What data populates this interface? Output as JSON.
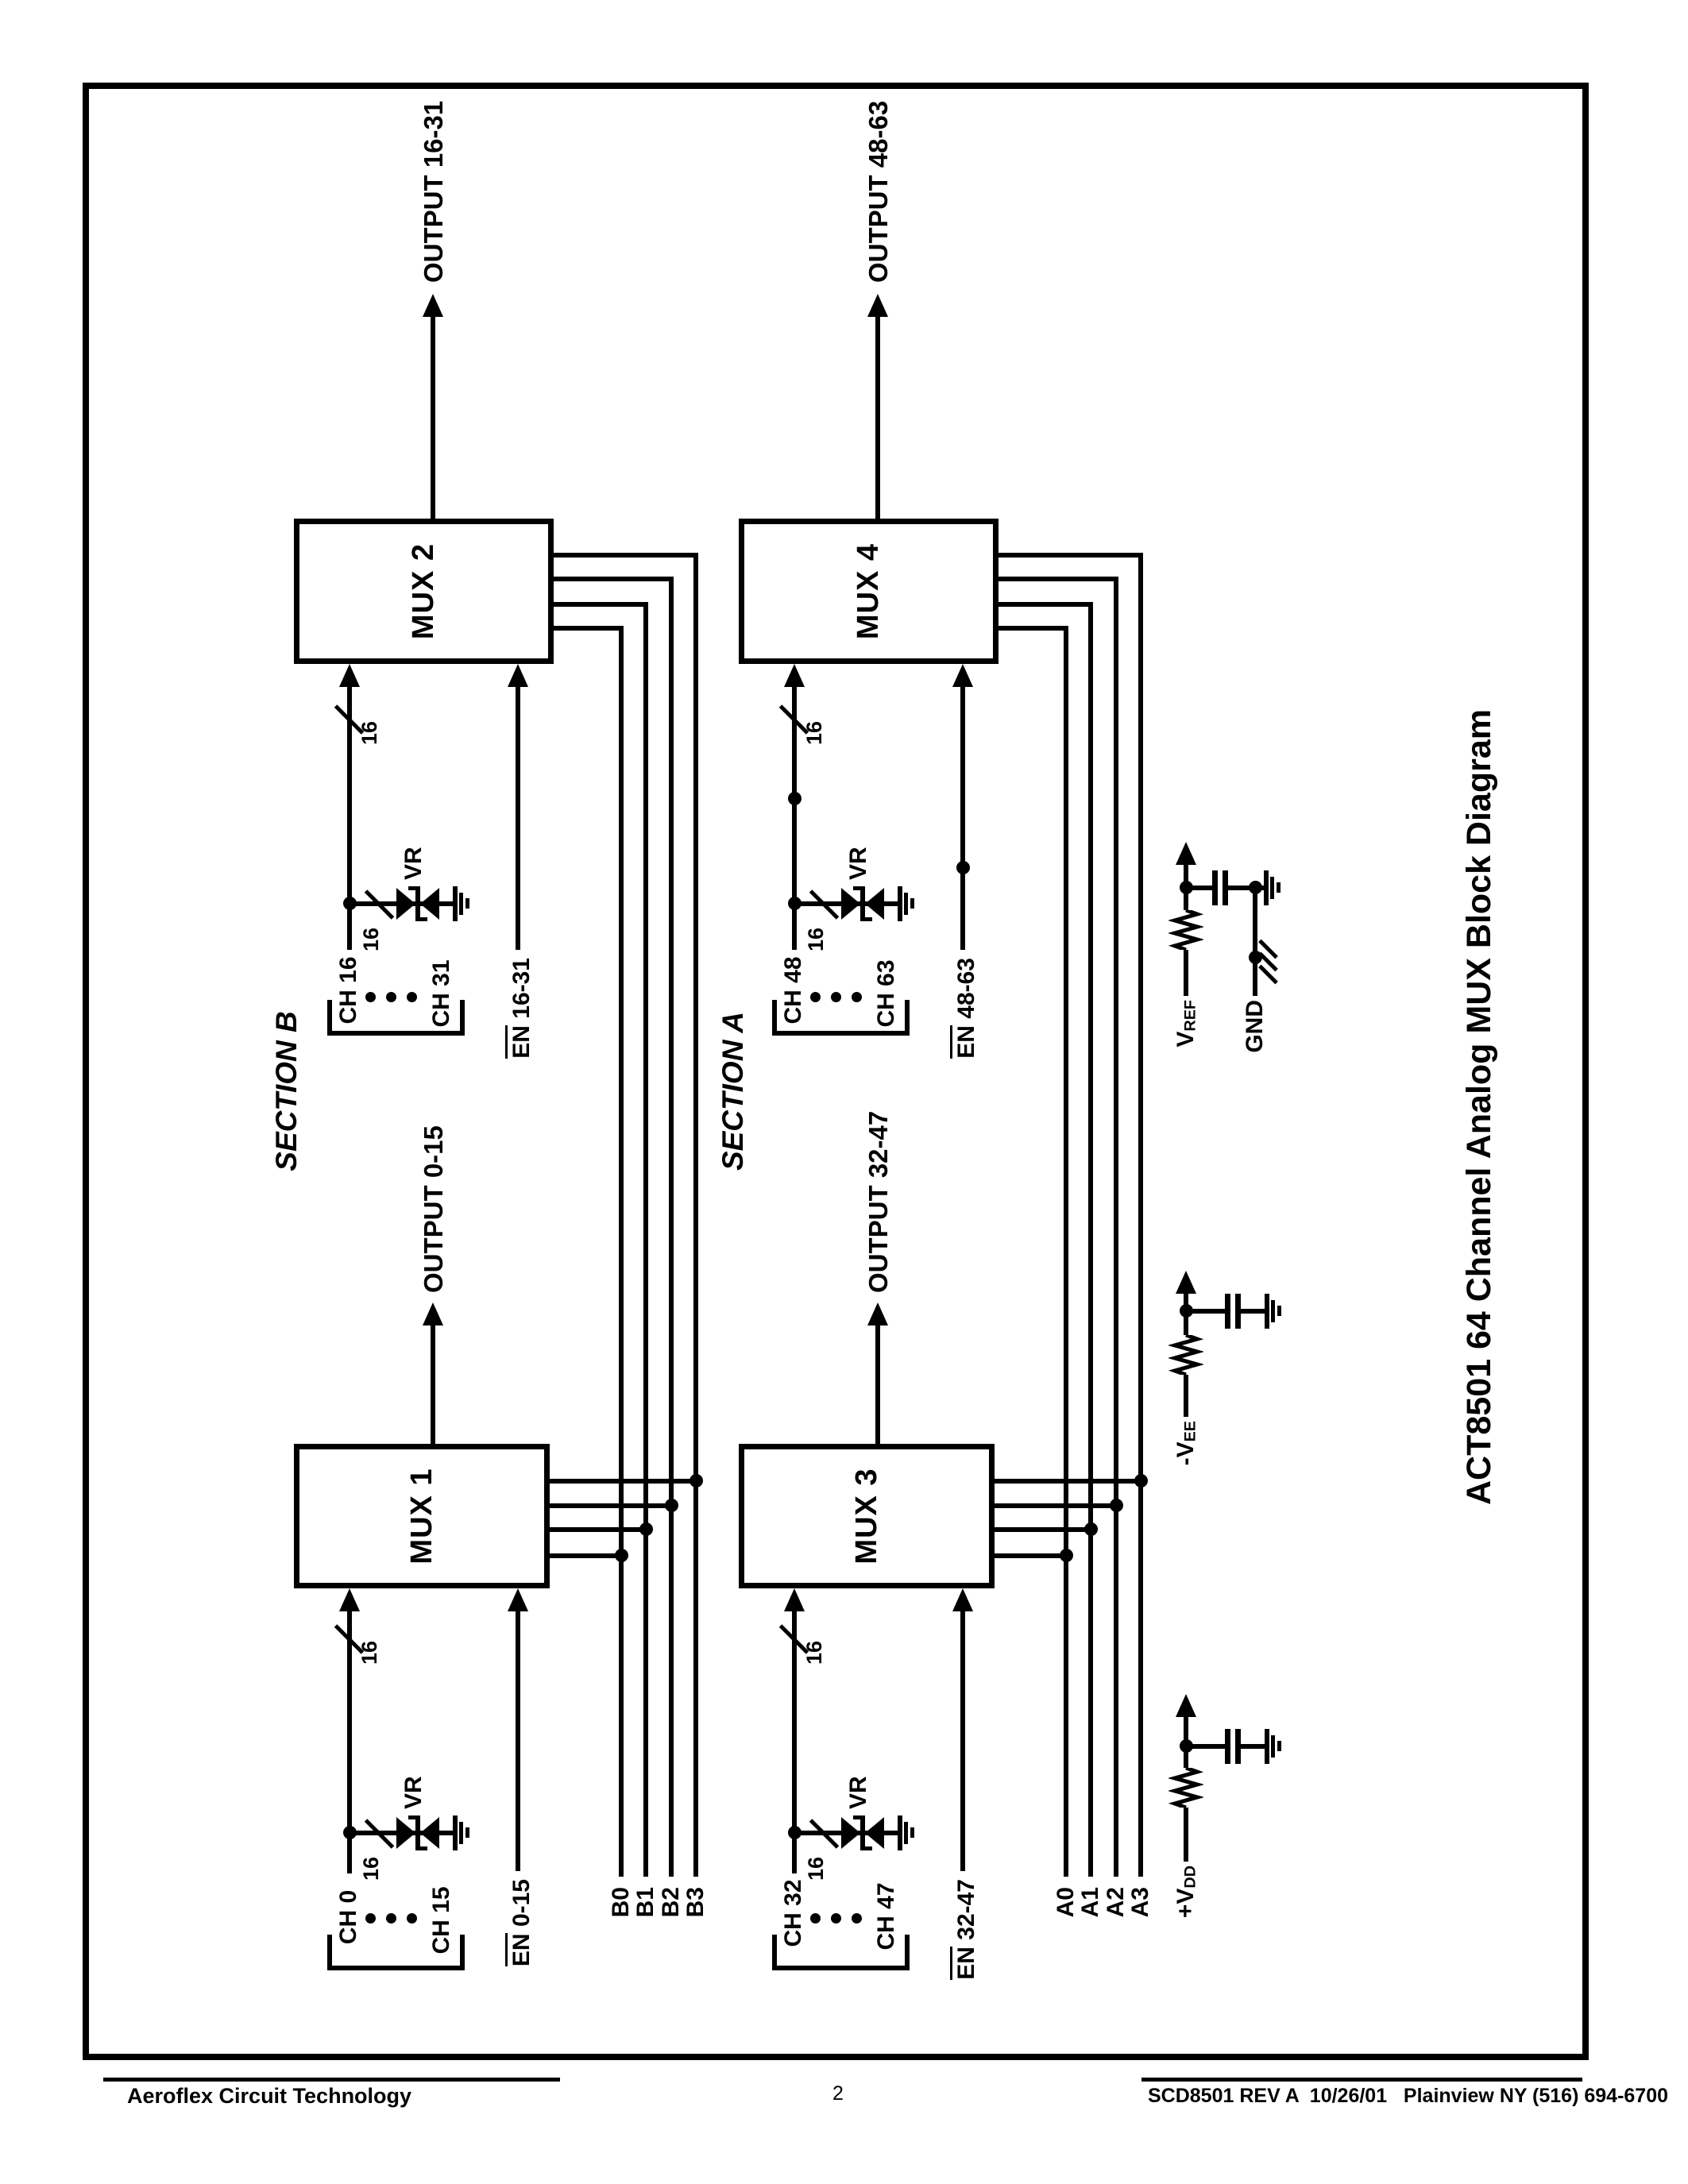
{
  "colors": {
    "ink": "#000000",
    "paper": "#ffffff"
  },
  "title": "ACT8501 64 Channel Analog MUX Block Diagram",
  "sections": {
    "b": "SECTION B",
    "a": "SECTION A"
  },
  "muxes": {
    "m1": "MUX 1",
    "m2": "MUX 2",
    "m3": "MUX 3",
    "m4": "MUX 4"
  },
  "outputs": {
    "o1": "OUTPUT 0-15",
    "o2": "OUTPUT 16-31",
    "o3": "OUTPUT 32-47",
    "o4": "OUTPUT 48-63"
  },
  "groups": {
    "g1": {
      "top": "CH 0",
      "bottom": "CH 15",
      "en_prefix": "EN",
      "en_range": "0-15"
    },
    "g2": {
      "top": "CH 16",
      "bottom": "CH 31",
      "en_prefix": "EN",
      "en_range": "16-31"
    },
    "g3": {
      "top": "CH 32",
      "bottom": "CH 47",
      "en_prefix": "EN",
      "en_range": "32-47"
    },
    "g4": {
      "top": "CH 48",
      "bottom": "CH 63",
      "en_prefix": "EN",
      "en_range": "48-63"
    }
  },
  "bus": {
    "width": "16",
    "vr": "VR"
  },
  "selects": {
    "b": [
      "B0",
      "B1",
      "B2",
      "B3"
    ],
    "a": [
      "A0",
      "A1",
      "A2",
      "A3"
    ]
  },
  "power": {
    "vdd": {
      "main": "+V",
      "sub": "DD"
    },
    "vee": {
      "main": "-V",
      "sub": "EE"
    },
    "vref": {
      "main": "V",
      "sub": "REF"
    },
    "gnd": "GND"
  },
  "footer": {
    "company": "Aeroflex Circuit Technology",
    "page": "2",
    "doc": "SCD8501 REV A  10/26/01   Plainview NY (516) 694-6700"
  }
}
